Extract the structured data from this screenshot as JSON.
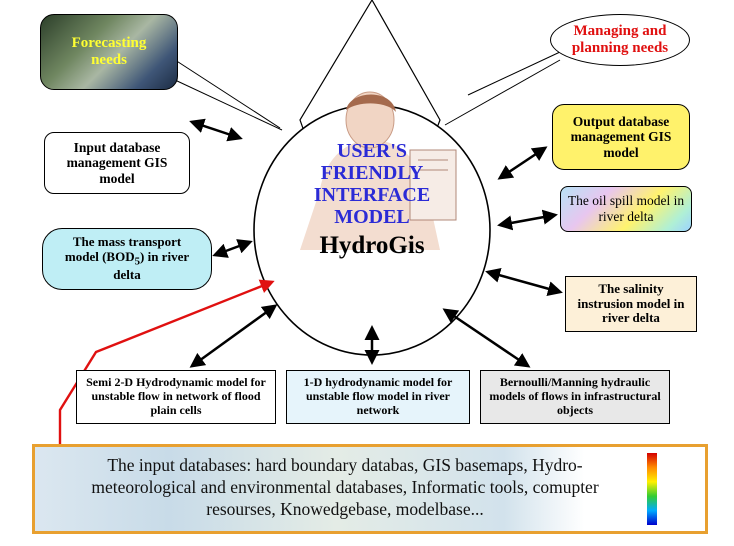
{
  "center": {
    "title_lines": [
      "USER'S",
      "FRIENDLY",
      "INTERFACE",
      "MODEL"
    ],
    "subtitle": "HydroGis",
    "title_color": "#2b2bd6"
  },
  "nodes": {
    "forecasting": "Forecasting needs",
    "managing": "Managing and planning needs",
    "input_db": "Input database management GIS model",
    "output_db": "Output database management GIS model",
    "oil_spill": "The oil spill model in river delta",
    "mass_transport": {
      "pre": "The mass transport model (BOD",
      "sub": "5",
      "post": ") in river delta"
    },
    "salinity": "The salinity instrusion model in river delta",
    "semi2d": "Semi 2-D Hydrodynamic model for unstable flow in network of flood plain cells",
    "onedim": "1-D hydrodynamic model for unstable flow model in river network",
    "bernoulli": "Bernoulli/Manning hydraulic models of flows in infrastructural objects"
  },
  "bottom_banner": {
    "text": "The input databases: hard boundary databas, GIS basemaps, Hydro-meteorological and environmental databases, Informatic tools, comupter resourses, Knowedgebase, modelbase...",
    "border_color": "#e8a030"
  },
  "colors": {
    "forecasting_text": "#ffff33",
    "managing_text": "#e01010",
    "output_db_fill": "#fff26b",
    "mass_transport_fill": "#bfeef5",
    "salinity_fill": "#fdf0d8",
    "onedim_fill": "#e6f4fb",
    "bernoulli_fill": "#e8e8e8",
    "red_arrow": "#e01010"
  }
}
